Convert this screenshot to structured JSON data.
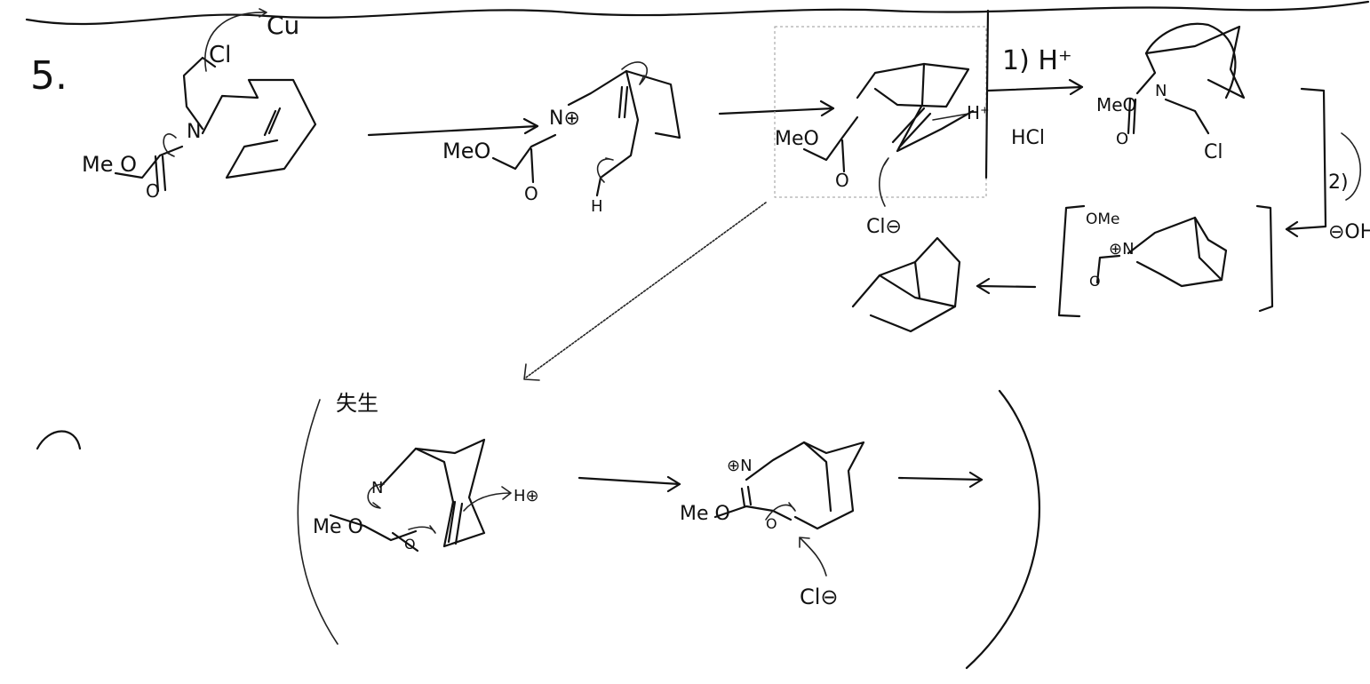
{
  "problem": {
    "number": "5."
  },
  "reagents": {
    "step1": "1) H⁺",
    "step1_acid": "HCl",
    "step2": "2)",
    "step2_base": "⊖OH"
  },
  "labels": {
    "cu": "Cu",
    "cl_start": "Cl",
    "meo_start": "Me O",
    "o_start": "O",
    "n_start": "N",
    "meo_2": "MeO",
    "o_2": "O",
    "n_plus_2": "N⊕",
    "h_2": "H",
    "meo_3": "MeO",
    "o_3": "O",
    "h_plus_3": "H⁺",
    "cl_minus_3": "Cl⊖",
    "meo_4": "MeO",
    "o_4": "O",
    "n_4": "N",
    "cl_4": "Cl",
    "ome_5": "OMe",
    "o_5": "O",
    "n_plus_5": "⊕N",
    "aside_note": "失生",
    "meo_6": "Me O",
    "o_6": "O",
    "n_6": "N",
    "h_plus_6": "H⊕",
    "meo_7": "Me O",
    "o_7": "O",
    "n_plus_7": "⊕N",
    "cl_minus_7": "Cl⊖"
  }
}
